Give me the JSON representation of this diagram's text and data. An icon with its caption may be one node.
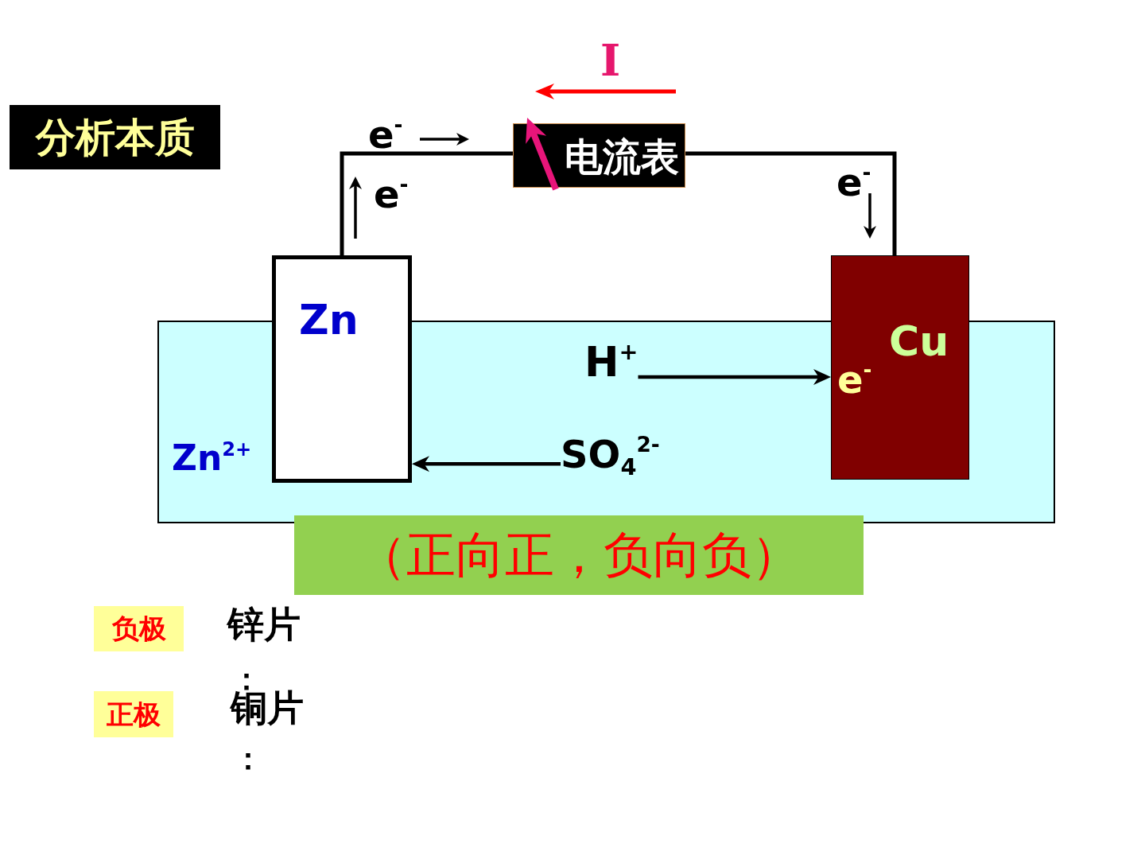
{
  "diagram": {
    "title": "分析本质",
    "nodes": [
      {
        "text": [
          "电流表"
        ]
      },
      {
        "text": [
          "Zn"
        ]
      },
      {
        "text": [
          "Cu",
          "e$^{-}$"
        ]
      },
      {
        "text": [],
        "shape": "box"
      },
      {
        "text": [
          "H$^{+}$"
        ],
        "in": 3
      },
      {
        "text": [
          "SO$_{4}$$^{2-}$"
        ],
        "in": 3
      },
      {
        "text": [
          "（正向正，负向负）"
        ]
      },
      {
        "text": [
          "负极"
        ]
      },
      {
        "text": [
          "正极"
        ]
      }
    ],
    "edges": [
      {
        "from": 1,
        "to": 0,
        "arrow": "none"
      },
      {
        "from": 0,
        "to": 2,
        "arrow": "none"
      },
      {
        "from": 4,
        "to": 2,
        "arrow": "to"
      },
      {
        "from": 5,
        "to": 1,
        "arrow": "to"
      }
    ],
    "labels": [
      "I",
      "e$^{-}$",
      "e$^{-}$",
      "e$^{-}$",
      "Zn$^{2+}$",
      "锌片",
      "：",
      "铜片",
      "："
    ]
  }
}
